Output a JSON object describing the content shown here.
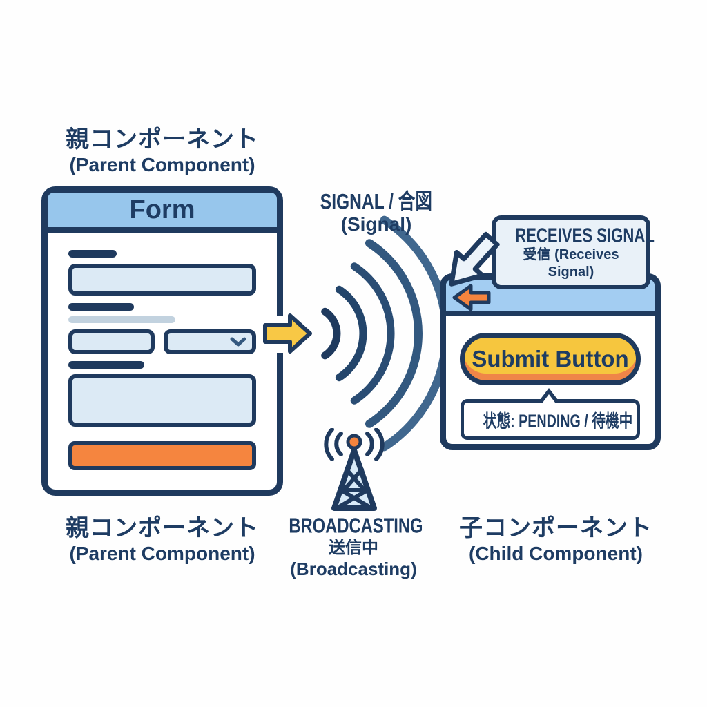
{
  "parent": {
    "title_ja": "親コンポーネント",
    "title_en": "(Parent Component)",
    "form_title": "Form",
    "footer_ja": "親コンポーネント",
    "footer_en": "(Parent Component)"
  },
  "signal": {
    "label": "SIGNAL / 合図",
    "sublabel": "(Signal)"
  },
  "broadcast": {
    "label": "BROADCASTING",
    "label_ja": "送信中",
    "sublabel": "(Broadcasting)"
  },
  "receives": {
    "label": "RECEIVES SIGNAL",
    "sublabel": "受信 (Receives Signal)"
  },
  "child": {
    "button_label": "Submit Button",
    "status": "状態: PENDING / 待機中",
    "footer_ja": "子コンポーネント",
    "footer_en": "(Child Component)"
  },
  "icons": {
    "arrow_right": "signal-arrow-right-icon",
    "waves": "signal-waves-icon",
    "tower": "broadcast-tower-icon",
    "chevron": "chevron-down-icon",
    "arrow_left_orange": "receive-arrow-left-icon",
    "arrow_down_left": "callout-arrow-down-left-icon"
  },
  "colors": {
    "navy": "#1f3a5e",
    "form_header_blue": "#97c6ec",
    "child_header_blue": "#a3cdf2",
    "field_fill": "#dceaf5",
    "muted_bar": "#c2d2df",
    "orange": "#f5853f",
    "yellow": "#f6c63e",
    "callout_fill": "#e9f1f8"
  }
}
